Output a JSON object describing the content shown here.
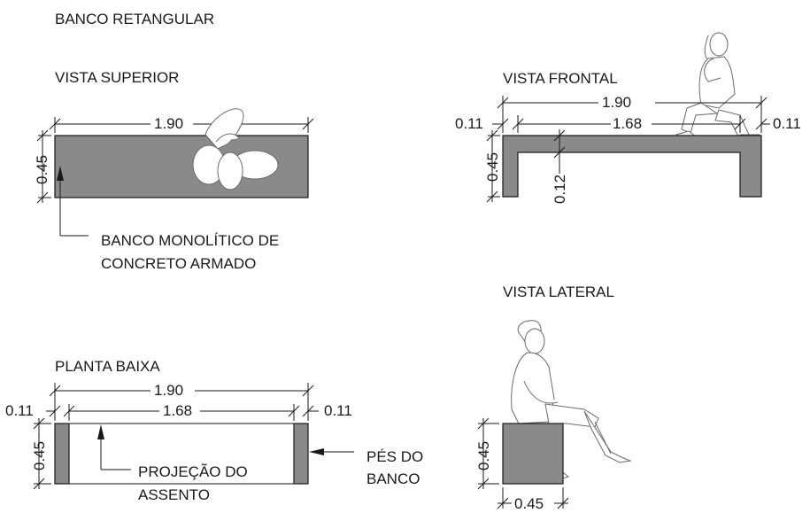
{
  "page_title": "BANCO RETANGULAR",
  "views": {
    "top": {
      "title": "VISTA SUPERIOR",
      "dim_length": "1.90",
      "dim_width": "0.45",
      "note_line1": "BANCO MONOLÍTICO DE",
      "note_line2": "CONCRETO ARMADO"
    },
    "front": {
      "title": "VISTA FRONTAL",
      "dim_total": "1.90",
      "dim_inner": "1.68",
      "dim_left": "0.11",
      "dim_right": "0.11",
      "dim_height": "0.45",
      "dim_slab": "0.12"
    },
    "side": {
      "title": "VISTA LATERAL",
      "dim_height": "0.45",
      "dim_depth": "0.45"
    },
    "plan": {
      "title": "PLANTA BAIXA",
      "dim_total": "1.90",
      "dim_inner": "1.68",
      "dim_left": "0.11",
      "dim_right": "0.11",
      "dim_width": "0.45",
      "note_projection_line1": "PROJEÇÃO DO",
      "note_projection_line2": "ASSENTO",
      "note_feet_line1": "PÉS DO",
      "note_feet_line2": "BANCO"
    }
  },
  "colors": {
    "concrete_fill": "#8a8a8a",
    "line": "#1a1a1a"
  }
}
